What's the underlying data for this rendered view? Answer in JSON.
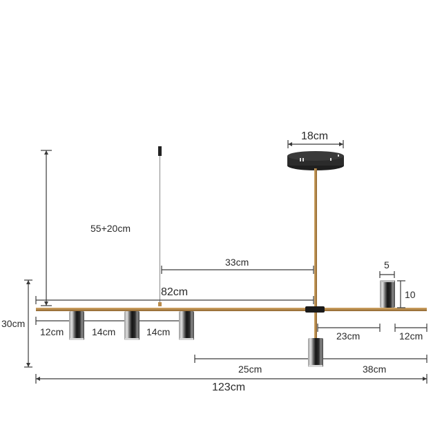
{
  "diagram": {
    "title": "Linear pendant lamp dimensions",
    "colors": {
      "background": "#ffffff",
      "dimension_line": "#3a3a3a",
      "brass_bar": "#b88a4a",
      "canopy": "#2b2b2b",
      "lamp_body_dark": "#1c1c1c",
      "lamp_body_light": "#c9c9c9"
    },
    "labels": {
      "canopy_diameter": "18cm",
      "cable_length": "55+20cm",
      "stem_to_cable": "33cm",
      "bar_left_to_stem": "82cm",
      "lamp_width": "5",
      "lamp_height": "10",
      "total_height": "30cm",
      "spacing_1": "12cm",
      "spacing_2": "14cm",
      "spacing_3": "14cm",
      "right_spacing_1": "23cm",
      "right_spacing_2": "12cm",
      "lower_left": "25cm",
      "lower_right": "38cm",
      "total_length": "123cm"
    }
  }
}
